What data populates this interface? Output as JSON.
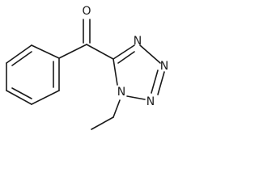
{
  "molecule": {
    "atom_labels": [
      {
        "id": "O1",
        "text": "O"
      },
      {
        "id": "N1",
        "text": "N"
      },
      {
        "id": "N2",
        "text": "N"
      },
      {
        "id": "N3",
        "text": "N"
      },
      {
        "id": "N4",
        "text": "N"
      }
    ],
    "bond_color": "#1a1a1a"
  }
}
